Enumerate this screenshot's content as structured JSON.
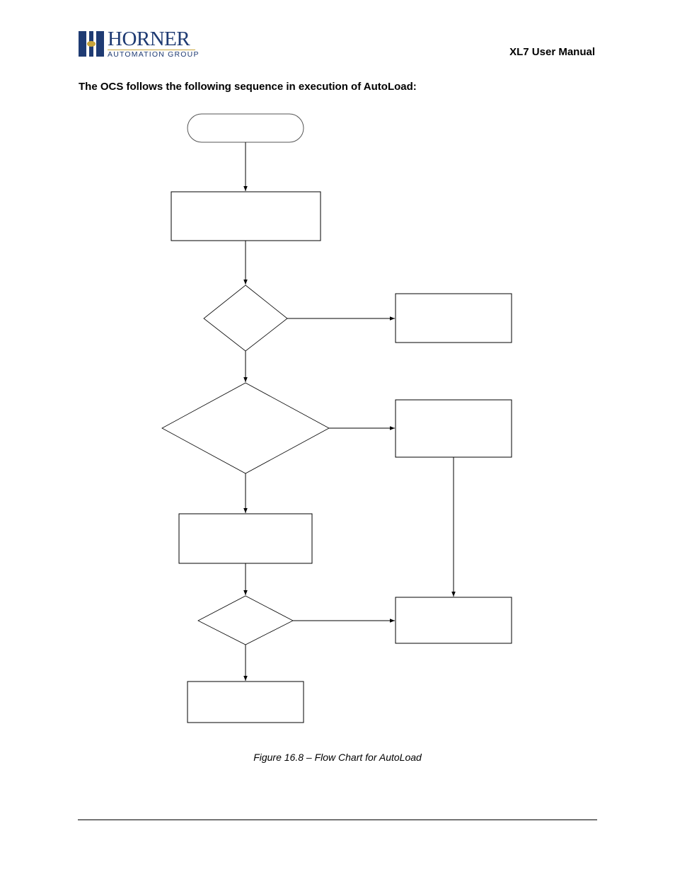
{
  "header": {
    "logo": {
      "name": "HORNER",
      "tagline": "AUTOMATION GROUP"
    },
    "doc_title": "XL7 User Manual"
  },
  "intro_text": "The OCS follows the following sequence in execution of AutoLoad:",
  "figure": {
    "caption": "Figure 16.8 – Flow Chart for AutoLoad"
  }
}
